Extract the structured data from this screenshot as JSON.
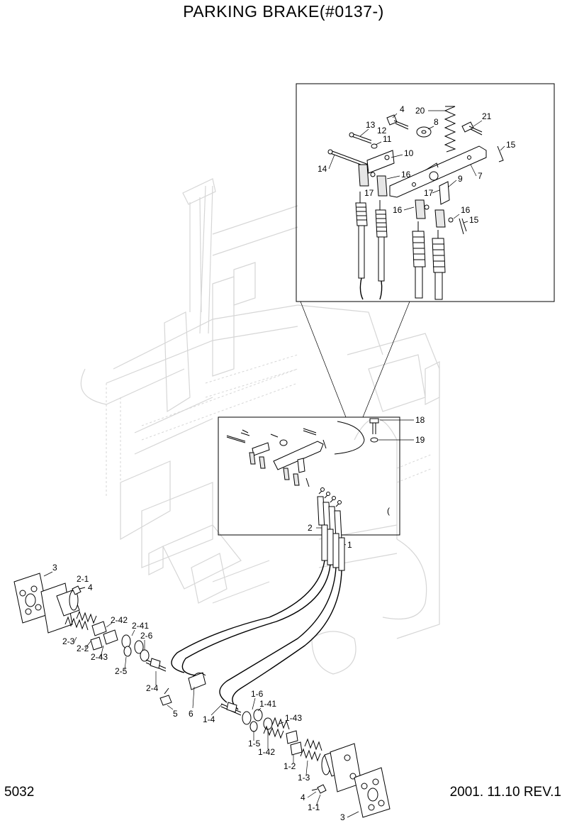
{
  "title": "PARKING BRAKE(#0137-)",
  "page_number": "5032",
  "revision": "2001. 11.10  REV.1",
  "callouts": {
    "detail": [
      "4",
      "20",
      "21",
      "13",
      "12",
      "8",
      "11",
      "10",
      "15",
      "14",
      "16",
      "17",
      "9",
      "7",
      "17",
      "16",
      "16",
      "15"
    ],
    "mid": [
      "18",
      "19",
      "2",
      "1"
    ],
    "left": [
      "3",
      "2-1",
      "4",
      "2-42",
      "2-41",
      "2-6",
      "2-3",
      "2-2",
      "2-43",
      "2-5",
      "2-4",
      "5",
      "6",
      "1-4"
    ],
    "right": [
      "1-6",
      "1-41",
      "1-43",
      "1-5",
      "1-42",
      "1-2",
      "1-3",
      "4",
      "1-1",
      "3"
    ]
  }
}
